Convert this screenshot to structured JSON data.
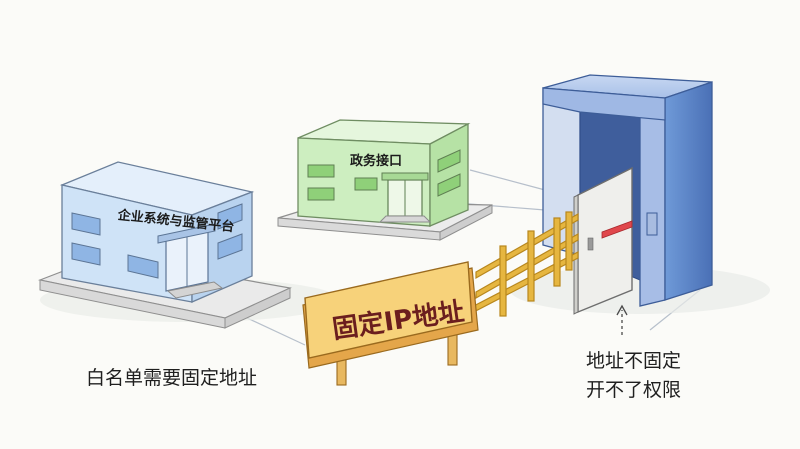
{
  "buildings": {
    "enterprise": {
      "label": "企业系统与监管平台"
    },
    "government": {
      "label": "政务接口"
    }
  },
  "sign": {
    "label": "固定IP地址"
  },
  "captions": {
    "left": "白名单需要固定地址",
    "right_line1": "地址不固定",
    "right_line2": "开不了权限"
  },
  "colors": {
    "enterprise_building": "#cfe3f7",
    "government_building": "#cdeec0",
    "gate": "#5d86c9",
    "sign": "#f7d27a",
    "fence": "#e6b640",
    "door_stripe": "#e0474c"
  }
}
